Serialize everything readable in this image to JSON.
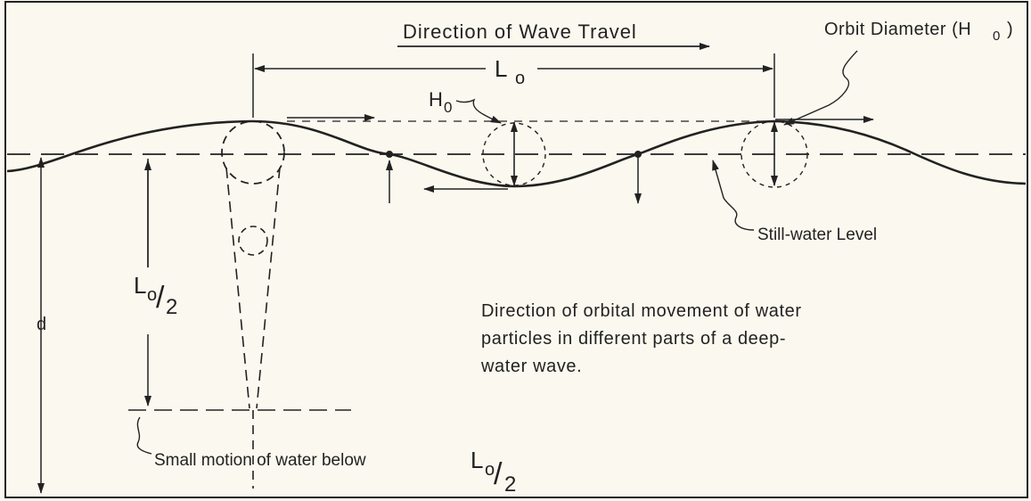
{
  "colors": {
    "background": "#fbf9ef",
    "ink": "#222222"
  },
  "labels": {
    "direction_of_wave_travel": "Direction of Wave Travel",
    "wavelength_main": "L",
    "wavelength_subscript": "o",
    "orbit_diameter": "Orbit Diameter (H",
    "orbit_diameter_subscript": "0",
    "orbit_diameter_close": ")",
    "wave_height_main": "H",
    "wave_height_subscript": "0",
    "still_water_level": "Still-water Level",
    "half_wavelength_main": "L",
    "half_wavelength_subscript": "o",
    "half_wavelength_slash": "/",
    "half_wavelength_divisor": "2",
    "depth": "d",
    "small_motion": "Small motion of water below",
    "small_motion_L": "L",
    "small_motion_subscript": "o",
    "small_motion_slash": "/",
    "small_motion_divisor": "2"
  },
  "caption": {
    "line1": "Direction of orbital movement of water",
    "line2": "particles in different parts of a deep-",
    "line3": "water wave."
  }
}
